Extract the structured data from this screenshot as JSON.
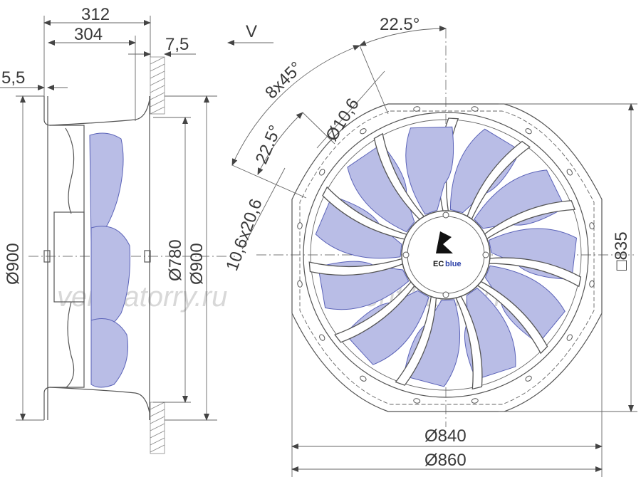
{
  "side_view": {
    "dim_total_depth": "312",
    "dim_inner_depth": "304",
    "dim_flange": "7,5",
    "dim_offset": "5,5",
    "dim_outer_dia": "Ø900",
    "dim_inner_dia_1": "Ø780",
    "dim_inner_dia_2": "Ø900"
  },
  "front_view": {
    "view_label": "V",
    "dim_angle_top": "22.5°",
    "dim_angle_mid": "22.5°",
    "dim_pattern": "8x45°",
    "dim_hole": "Ø10,6",
    "dim_slot": "10,6x20,6",
    "dim_square": "□835",
    "dim_bolt_circle": "Ø840",
    "dim_outer": "Ø860"
  },
  "brand": {
    "logo_text_ec": "EC",
    "logo_text_blue": "blue"
  },
  "watermark": {
    "left": "ventilatorry.ru",
    "right": "ventilatorry.ru"
  },
  "colors": {
    "blade_fill": "#b9bde6",
    "blade_stroke": "#5a62b8",
    "line": "#555555"
  }
}
